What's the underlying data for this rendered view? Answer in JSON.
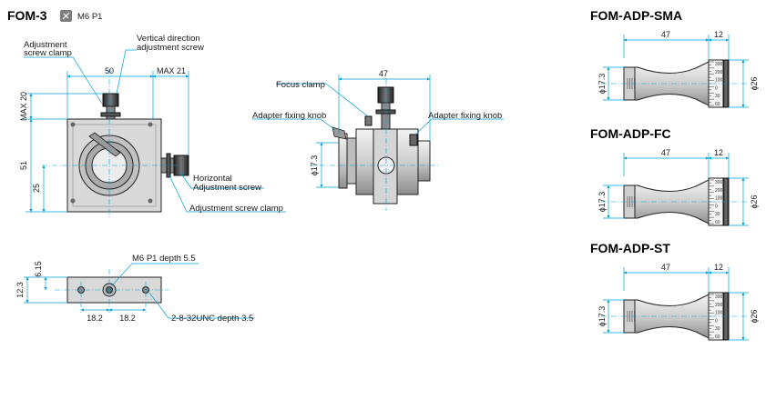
{
  "fom3": {
    "title": "FOM-3",
    "thread_badge": "M6 P1",
    "front_view": {
      "adj_clamp_l1": "Adjustment",
      "adj_clamp_l2": "screw clamp",
      "vert_l1": "Vertical direction",
      "vert_l2": "adjustment screw",
      "dim_50": "50",
      "dim_max21": "MAX 21",
      "dim_max20": "MAX 20",
      "dim_51": "51",
      "dim_25": "25",
      "horiz_l1": "Horizontal",
      "horiz_l2": "Adjustment screw",
      "adj_clamp2": "Adjustment screw clamp"
    },
    "side_view": {
      "dim_47": "47",
      "focus_clamp": "Focus clamp",
      "adapter_knob_left": "Adapter fixing knob",
      "adapter_knob_right": "Adapter fixing knob",
      "dim_phi173": "ϕ17.3"
    },
    "bottom_view": {
      "m6_depth": "M6 P1 depth 5.5",
      "dim_615": "6.15",
      "dim_123": "12.3",
      "dim_182a": "18.2",
      "dim_182b": "18.2",
      "unc_depth": "2-8-32UNC depth 3.5"
    }
  },
  "adapters": [
    {
      "title": "FOM-ADP-SMA",
      "dim_47": "47",
      "dim_12": "12",
      "dim_phi173": "ϕ17.3",
      "dim_phi26": "ϕ26"
    },
    {
      "title": "FOM-ADP-FC",
      "dim_47": "47",
      "dim_12": "12",
      "dim_phi173": "ϕ17.3",
      "dim_phi26": "ϕ26"
    },
    {
      "title": "FOM-ADP-ST",
      "dim_47": "47",
      "dim_12": "12",
      "dim_phi173": "ϕ17.3",
      "dim_phi26": "ϕ26"
    }
  ],
  "scale_labels": [
    "300",
    "200",
    "100",
    "0",
    "30",
    "60"
  ],
  "colors": {
    "dimension": "#00a0d8",
    "outline": "#222222",
    "body": "#d9d9d9"
  }
}
